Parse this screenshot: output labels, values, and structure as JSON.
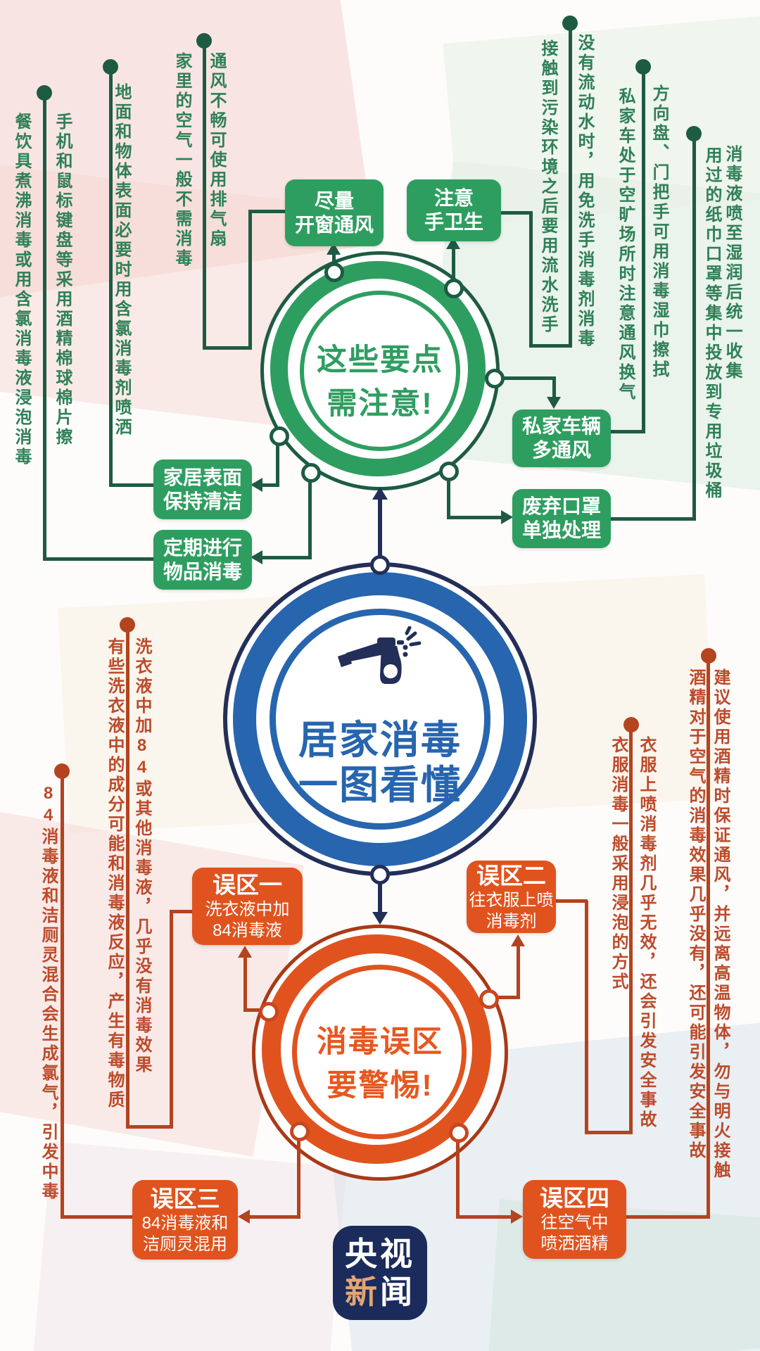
{
  "title": "居家消毒一图看懂",
  "colors": {
    "green_box": "#2E9E60",
    "green_line": "#1E5B43",
    "green_note_text": "#2F8057",
    "navy": "#232F58",
    "blue": "#2765AE",
    "orange_box": "#E0531F",
    "orange_line": "#B4431F",
    "orange_note_text": "#BC4B2B",
    "logo_bg": "#1B2B5B",
    "logo_accent": "#E2A673"
  },
  "top": {
    "circle_line1": "这些要点",
    "circle_line2": "需注意!",
    "boxes": [
      {
        "line1": "尽量",
        "line2": "开窗通风"
      },
      {
        "line1": "注意",
        "line2": "手卫生"
      },
      {
        "line1": "私家车辆",
        "line2": "多通风"
      },
      {
        "line1": "废弃口罩",
        "line2": "单独处理"
      },
      {
        "line1": "家居表面",
        "line2": "保持清洁"
      },
      {
        "line1": "定期进行",
        "line2": "物品消毒"
      }
    ],
    "notes": [
      "餐饮具煮沸消毒或用含氯消毒液浸泡消毒",
      "手机和鼠标键盘等采用酒精棉球棉片擦",
      "地面和物体表面必要时用含氯消毒剂喷洒",
      "家里的空气一般不需消毒",
      "通风不畅可使用排气扇",
      "接触到污染环境之后要用流水洗手",
      "没有流动水时，用免洗手消毒剂消毒",
      "私家车处于空旷场所时注意通风换气",
      "方向盘、门把手可用消毒湿巾擦拭",
      "用过的纸巾口罩等集中投放到专用垃圾桶",
      "消毒液喷至湿润后统一收集"
    ]
  },
  "center": {
    "line1": "居家消毒",
    "line2": "一图看懂",
    "icon": "spray-bottle-icon"
  },
  "bottom": {
    "circle_line1": "消毒误区",
    "circle_line2": "要警惕!",
    "boxes": [
      {
        "title": "误区一",
        "line1": "洗衣液中加",
        "line2": "84消毒液"
      },
      {
        "title": "误区二",
        "line1": "往衣服上喷",
        "line2": "消毒剂"
      },
      {
        "title": "误区三",
        "line1": "84消毒液和",
        "line2": "洁厕灵混用"
      },
      {
        "title": "误区四",
        "line1": "往空气中",
        "line2": "喷洒酒精"
      }
    ],
    "notes": [
      "84消毒液和洁厕灵混合会生成氯气，引发中毒",
      "有些洗衣液中的成分可能和消毒液反应，产生有毒物质",
      "洗衣液中加84或其他消毒液，几乎没有消毒效果",
      "衣服消毒一般采用浸泡的方式",
      "衣服上喷消毒剂几乎无效，还会引发安全事故",
      "酒精对于空气的消毒效果几乎没有，还可能引发安全事故",
      "建议使用酒精时保证通风，并远离高温物体，勿与明火接触"
    ]
  },
  "logo": {
    "char1": "央",
    "char2": "视",
    "char3": "新",
    "char4": "闻"
  }
}
